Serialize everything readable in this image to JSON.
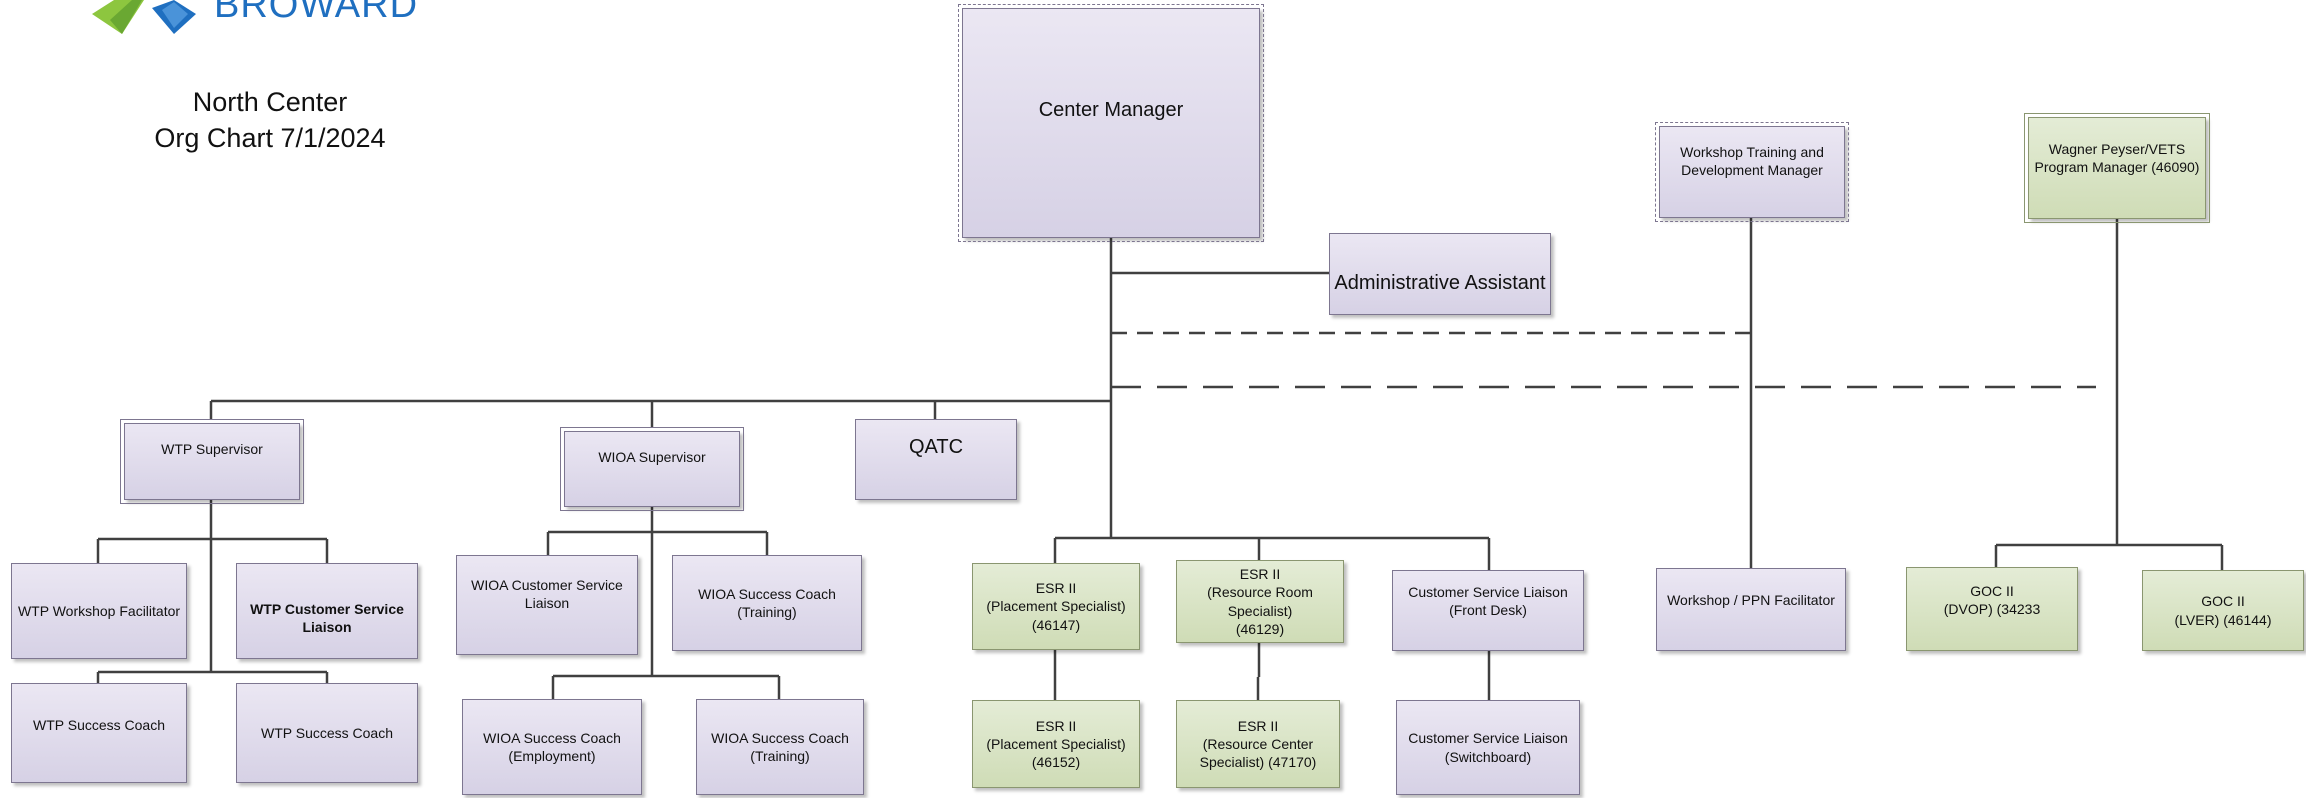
{
  "logo": {
    "text": "BROWARD"
  },
  "title": "North Center\nOrg Chart 7/1/2024",
  "colors": {
    "purple": "#dcd7ea",
    "green": "#d5e1c0",
    "line": "#404040",
    "logo_green": "#8dc63f",
    "logo_blue": "#1f6fc0"
  },
  "nodes": {
    "center_manager": "Center Manager",
    "admin_assistant": "Administrative Assistant",
    "workshop_training_manager": "Workshop Training and\nDevelopment Manager",
    "wagner_peyser_manager": "Wagner Peyser/VETS\nProgram Manager (46090)",
    "wtp_supervisor": "WTP Supervisor",
    "wioa_supervisor": "WIOA Supervisor",
    "qatc": "QATC",
    "wtp_workshop_facilitator": "WTP Workshop Facilitator",
    "wtp_customer_service_liaison": "WTP Customer Service\nLiaison",
    "wtp_success_coach_1": "WTP Success Coach",
    "wtp_success_coach_2": "WTP Success Coach",
    "wioa_customer_service_liaison": "WIOA Customer Service\nLiaison",
    "wioa_success_coach_training_1": "WIOA Success Coach\n(Training)",
    "wioa_success_coach_employment": "WIOA Success Coach\n(Employment)",
    "wioa_success_coach_training_2": "WIOA Success Coach\n(Training)",
    "esr_placement_46147": "ESR II\n(Placement Specialist)\n(46147)",
    "esr_resource_room_46129": "ESR II\n(Resource Room\nSpecialist)\n(46129)",
    "csl_front_desk": "Customer Service Liaison\n(Front Desk)",
    "esr_placement_46152": "ESR II\n(Placement Specialist)\n(46152)",
    "esr_resource_center_47170": "ESR II\n(Resource Center\nSpecialist) (47170)",
    "csl_switchboard": "Customer Service Liaison\n(Switchboard)",
    "workshop_ppn_facilitator": "Workshop / PPN Facilitator",
    "goc_dvop": "GOC II\n(DVOP)  (34233",
    "goc_lver": "GOC II\n(LVER) (46144)"
  }
}
